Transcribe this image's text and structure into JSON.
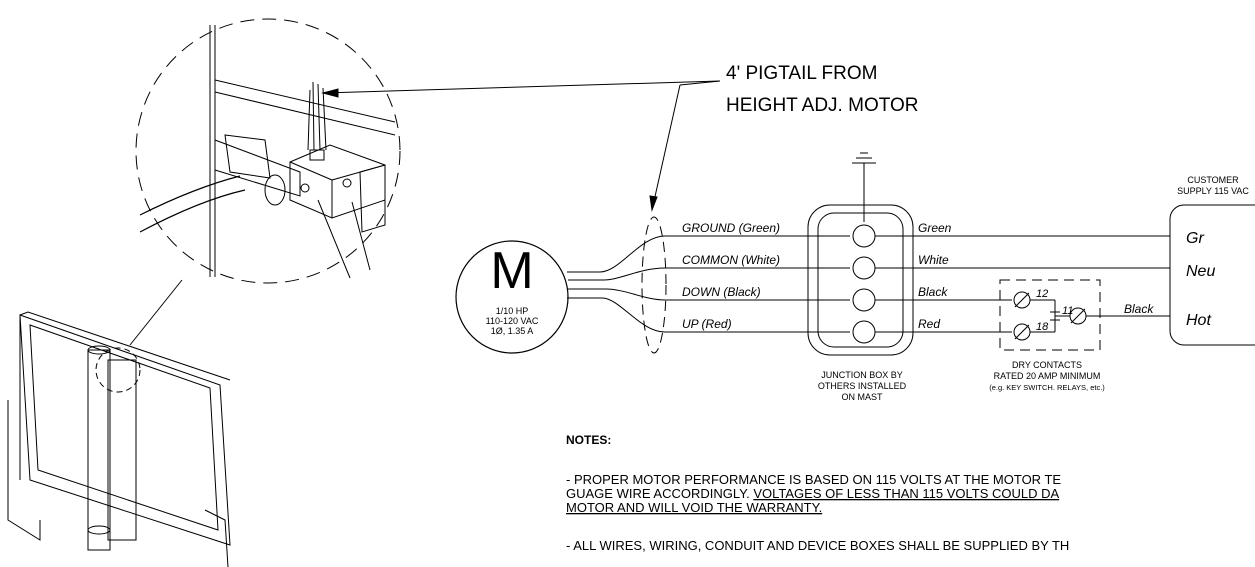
{
  "callout": {
    "line1": "4' PIGTAIL FROM",
    "line2": "HEIGHT ADJ. MOTOR"
  },
  "motor": {
    "symbol": "M",
    "hp": "1/10 HP",
    "voltage": "110-120 VAC",
    "phase": "1Ø, 1.35 A"
  },
  "wires": {
    "ground": "GROUND (Green)",
    "common": "COMMON (White)",
    "down": "DOWN (Black)",
    "up": "UP (Red)"
  },
  "out_wires": {
    "green": "Green",
    "white": "White",
    "black": "Black",
    "red": "Red",
    "black2": "Black"
  },
  "contacts": {
    "c12": "12",
    "c11": "11",
    "c18": "18",
    "label1": "DRY CONTACTS",
    "label2": "RATED 20 AMP MINIMUM",
    "label3": "(e.g. KEY SWITCH. RELAYS, etc.)"
  },
  "junction": {
    "line1": "JUNCTION BOX BY",
    "line2": "OTHERS INSTALLED",
    "line3": "ON MAST"
  },
  "supply": {
    "line1": "CUSTOMER",
    "line2": "SUPPLY 115 VAC",
    "gr": "Gr",
    "neu": "Neu",
    "hot": "Hot"
  },
  "notes": {
    "heading": "NOTES:",
    "n1a": "-  PROPER MOTOR PERFORMANCE IS BASED ON 115 VOLTS AT THE MOTOR TE",
    "n1b_plain": "GUAGE WIRE ACCORDINGLY.  ",
    "n1b_u": "VOLTAGES OF LESS THAN 115 VOLTS COULD DA",
    "n1c_u": "MOTOR AND WILL VOID THE WARRANTY.",
    "n2": "-  ALL WIRES, WIRING, CONDUIT AND DEVICE BOXES SHALL BE SUPPLIED BY TH"
  }
}
